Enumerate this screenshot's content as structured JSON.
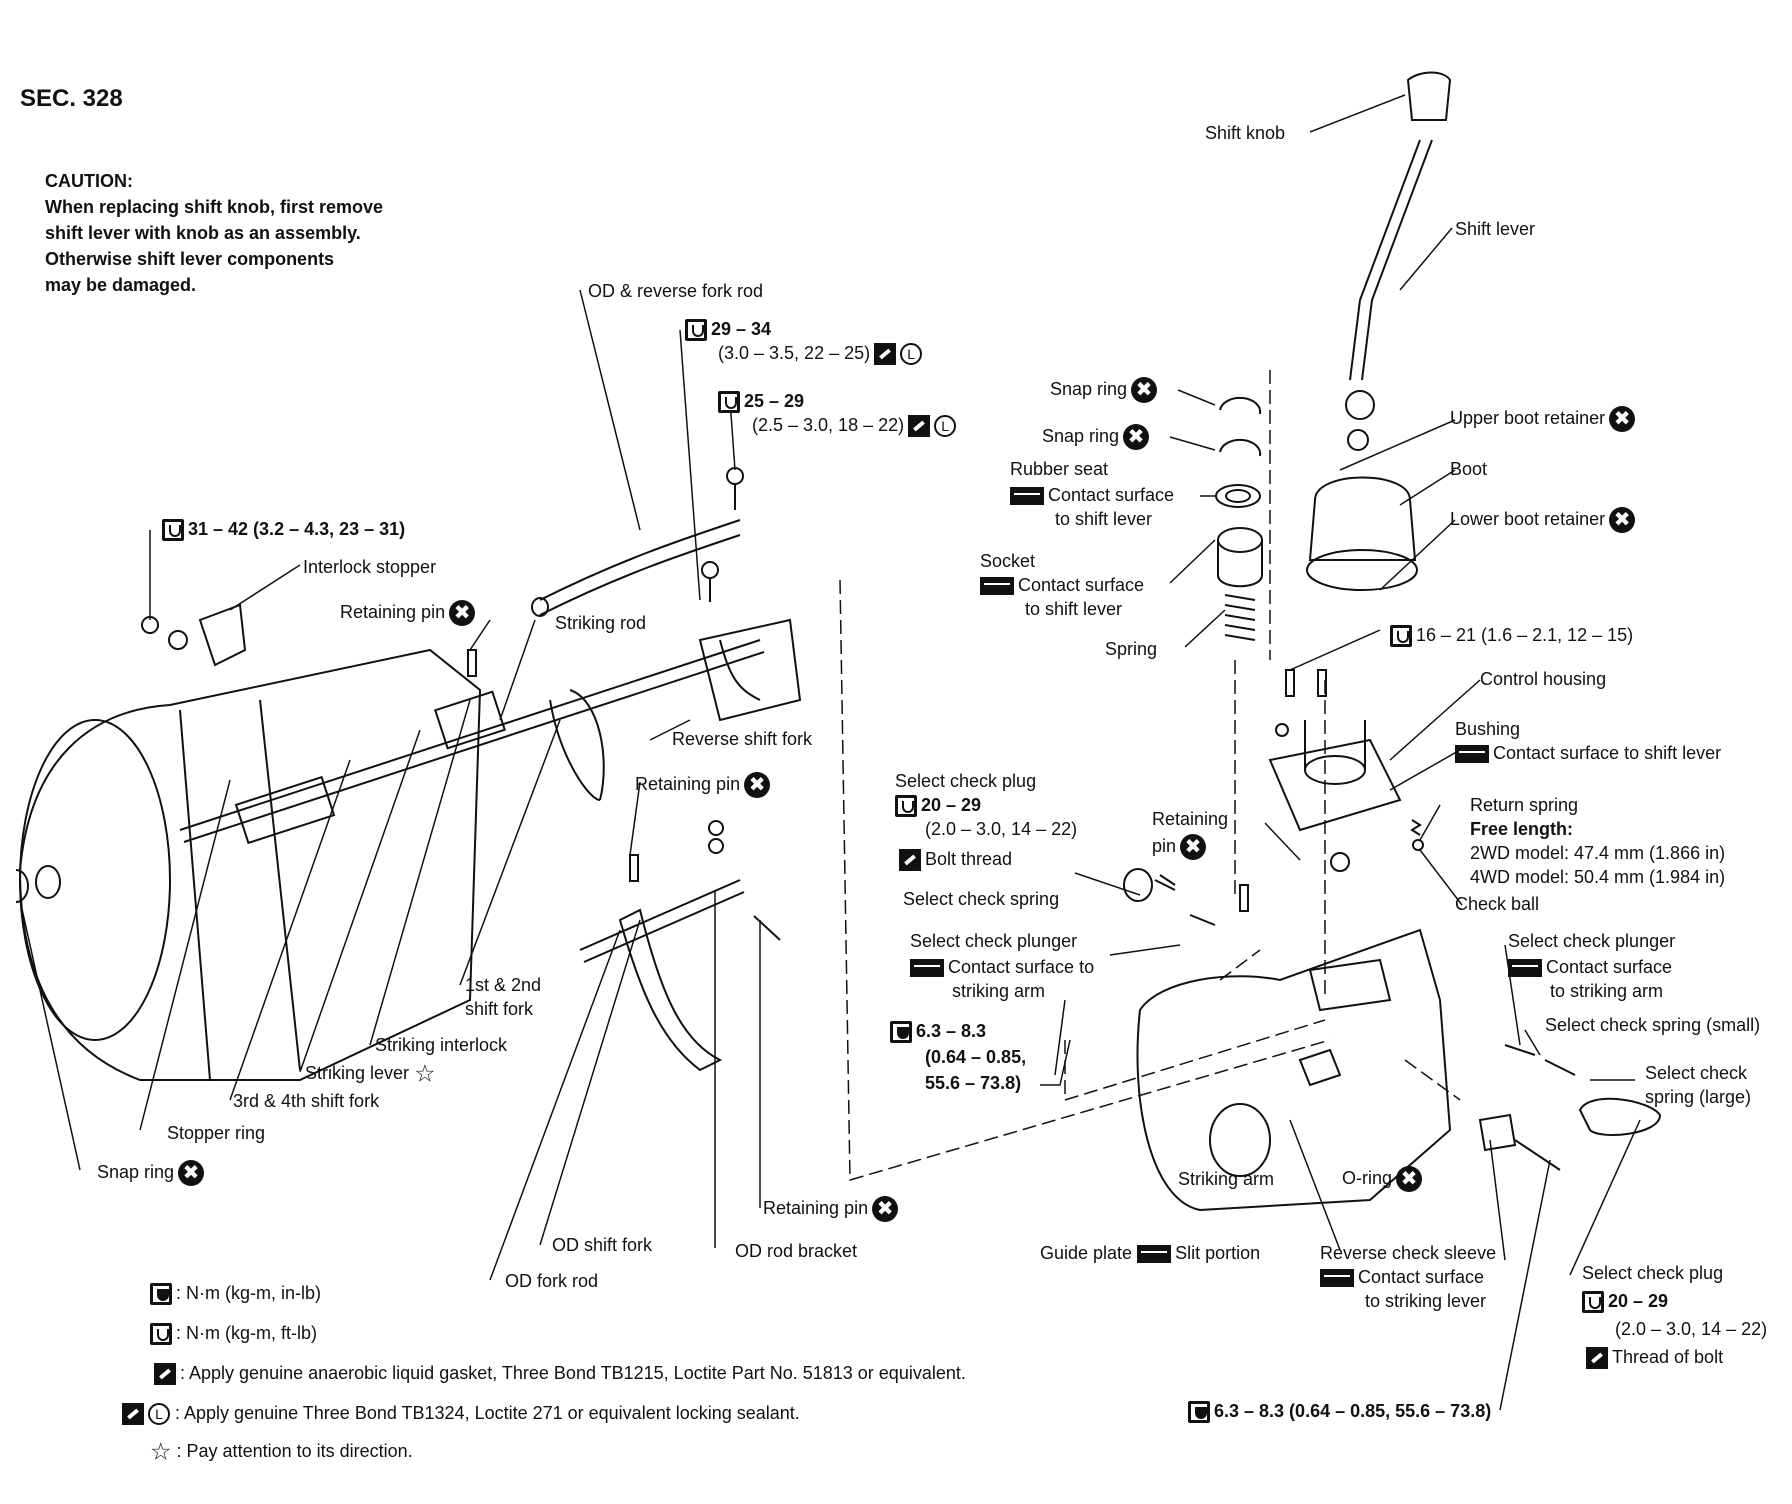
{
  "header": {
    "section": "SEC. 328"
  },
  "caution": {
    "title": "CAUTION:",
    "lines": [
      "When replacing shift knob, first remove",
      "shift lever with knob as an assembly.",
      "Otherwise shift lever components",
      "may be damaged."
    ]
  },
  "labels": {
    "shift_knob": "Shift knob",
    "shift_lever": "Shift lever",
    "od_reverse_fork_rod": "OD & reverse fork rod",
    "torque_29_34": "29 – 34",
    "torque_29_34_sub": "(3.0 – 3.5, 22 – 25)",
    "torque_25_29": "25 – 29",
    "torque_25_29_sub": "(2.5 – 3.0, 18 – 22)",
    "snap_ring_1": "Snap ring",
    "snap_ring_2": "Snap ring",
    "rubber_seat": "Rubber seat",
    "contact_surface": "Contact surface",
    "to_shift_lever": "to shift lever",
    "upper_boot_retainer": "Upper boot retainer",
    "boot": "Boot",
    "lower_boot_retainer": "Lower boot retainer",
    "socket": "Socket",
    "socket_contact": "Contact surface",
    "socket_to_shift_lever": "to shift lever",
    "spring": "Spring",
    "torque_16_21": "16 – 21 (1.6 – 2.1, 12 – 15)",
    "control_housing": "Control housing",
    "bushing": "Bushing",
    "bushing_contact": "Contact surface to shift lever",
    "torque_31_42": "31 – 42 (3.2 – 4.3, 23 – 31)",
    "interlock_stopper": "Interlock stopper",
    "retaining_pin_1": "Retaining pin",
    "striking_rod": "Striking rod",
    "reverse_shift_fork": "Reverse shift fork",
    "retaining_pin_2": "Retaining pin",
    "select_check_plug_1": "Select check plug",
    "torque_20_29_a": "20 – 29",
    "torque_20_29_a_sub": "(2.0 – 3.0, 14 – 22)",
    "bolt_thread": "Bolt thread",
    "select_check_spring": "Select check spring",
    "retaining_pin_3a": "Retaining",
    "retaining_pin_3b": "pin",
    "return_spring": "Return spring",
    "free_length": "Free length:",
    "model_2wd": "2WD model: 47.4 mm (1.866 in)",
    "model_4wd": "4WD model: 50.4 mm (1.984 in)",
    "check_ball": "Check ball",
    "select_check_plunger_1": "Select check plunger",
    "plunger_contact_1": "Contact surface to",
    "striking_arm_1": "striking arm",
    "select_check_plunger_2": "Select check plunger",
    "plunger_contact_2": "Contact surface",
    "to_striking_arm_2": "to striking arm",
    "select_check_spring_small": "Select check spring (small)",
    "select_check_spring_large_1": "Select check",
    "select_check_spring_large_2": "spring (large)",
    "torque_63_83": "6.3 – 8.3",
    "torque_63_83_sub1": "(0.64 – 0.85,",
    "torque_63_83_sub2": "55.6 – 73.8)",
    "first_second_fork_1": "1st & 2nd",
    "first_second_fork_2": "shift fork",
    "striking_interlock": "Striking interlock",
    "striking_lever": "Striking lever",
    "third_fourth_fork": "3rd & 4th shift fork",
    "stopper_ring": "Stopper ring",
    "snap_ring_3": "Snap ring",
    "striking_arm": "Striking arm",
    "o_ring": "O-ring",
    "retaining_pin_4": "Retaining pin",
    "od_shift_fork": "OD shift fork",
    "od_rod_bracket": "OD rod bracket",
    "od_fork_rod": "OD fork rod",
    "guide_plate": "Guide plate",
    "slit_portion": "Slit portion",
    "reverse_check_sleeve": "Reverse check sleeve",
    "sleeve_contact": "Contact surface",
    "to_striking_lever": "to striking lever",
    "select_check_plug_2": "Select check plug",
    "torque_20_29_b": "20 – 29",
    "torque_20_29_b_sub": "(2.0 – 3.0, 14 – 22)",
    "thread_of_bolt": "Thread of bolt",
    "torque_bottom": "6.3 – 8.3 (0.64 – 0.85, 55.6 – 73.8)"
  },
  "legend": [
    {
      "icon": "torque-inlb-icon",
      "text": ": N·m (kg-m, in-lb)"
    },
    {
      "icon": "torque-ftlb-icon",
      "text": ": N·m (kg-m, ft-lb)"
    },
    {
      "icon": "liquid-gasket-icon",
      "text": ": Apply genuine anaerobic liquid gasket, Three Bond TB1215, Loctite Part No. 51813 or equivalent."
    },
    {
      "icon": "locking-sealant-icon",
      "text": ": Apply genuine Three Bond TB1324, Loctite 271 or equivalent locking sealant."
    },
    {
      "icon": "star-icon",
      "text": ": Pay attention to its direction."
    }
  ],
  "symbols": {
    "x_mark": "✖",
    "locking": "L",
    "star": "☆"
  },
  "colors": {
    "ink": "#111111",
    "background": "#ffffff"
  }
}
